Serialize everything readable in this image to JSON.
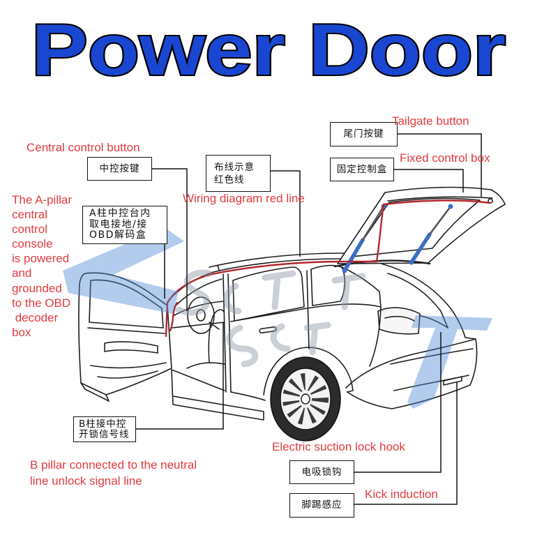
{
  "title": "Power Door",
  "labels": {
    "tailgate_button": "Tailgate button",
    "central_control_button": "Central control button",
    "fixed_control_box": "Fixed control box",
    "wiring_diagram": "Wiring diagram red line",
    "a_pillar": [
      "The A-pillar",
      "central",
      "control",
      "console",
      "is powered",
      "and",
      "grounded",
      "to the OBD",
      " decoder",
      "box"
    ],
    "electric_lock": "Electric suction lock hook",
    "kick_induction": "Kick induction",
    "b_pillar": [
      "B pillar connected to the neutral",
      "line unlock signal line"
    ]
  },
  "boxes": {
    "tailgate_button": "尾门按键",
    "fixed_control_box": "固定控制盒",
    "central_control_button": "中控按键",
    "wiring": [
      "布线示意",
      "红色线"
    ],
    "a_pillar": [
      "A柱中控台内",
      "取电接地/接",
      "OBD解码盒"
    ],
    "b_pillar": [
      "B柱接中控",
      "开锁信号线"
    ],
    "electric_lock": "电吸锁钩",
    "kick_induction": "脚踢感应"
  },
  "colors": {
    "title": "#1947d1",
    "label": "#e23a3f",
    "wire": "#b3262b",
    "strut": "#3a6fc7",
    "watermark": "#4a86d4"
  }
}
